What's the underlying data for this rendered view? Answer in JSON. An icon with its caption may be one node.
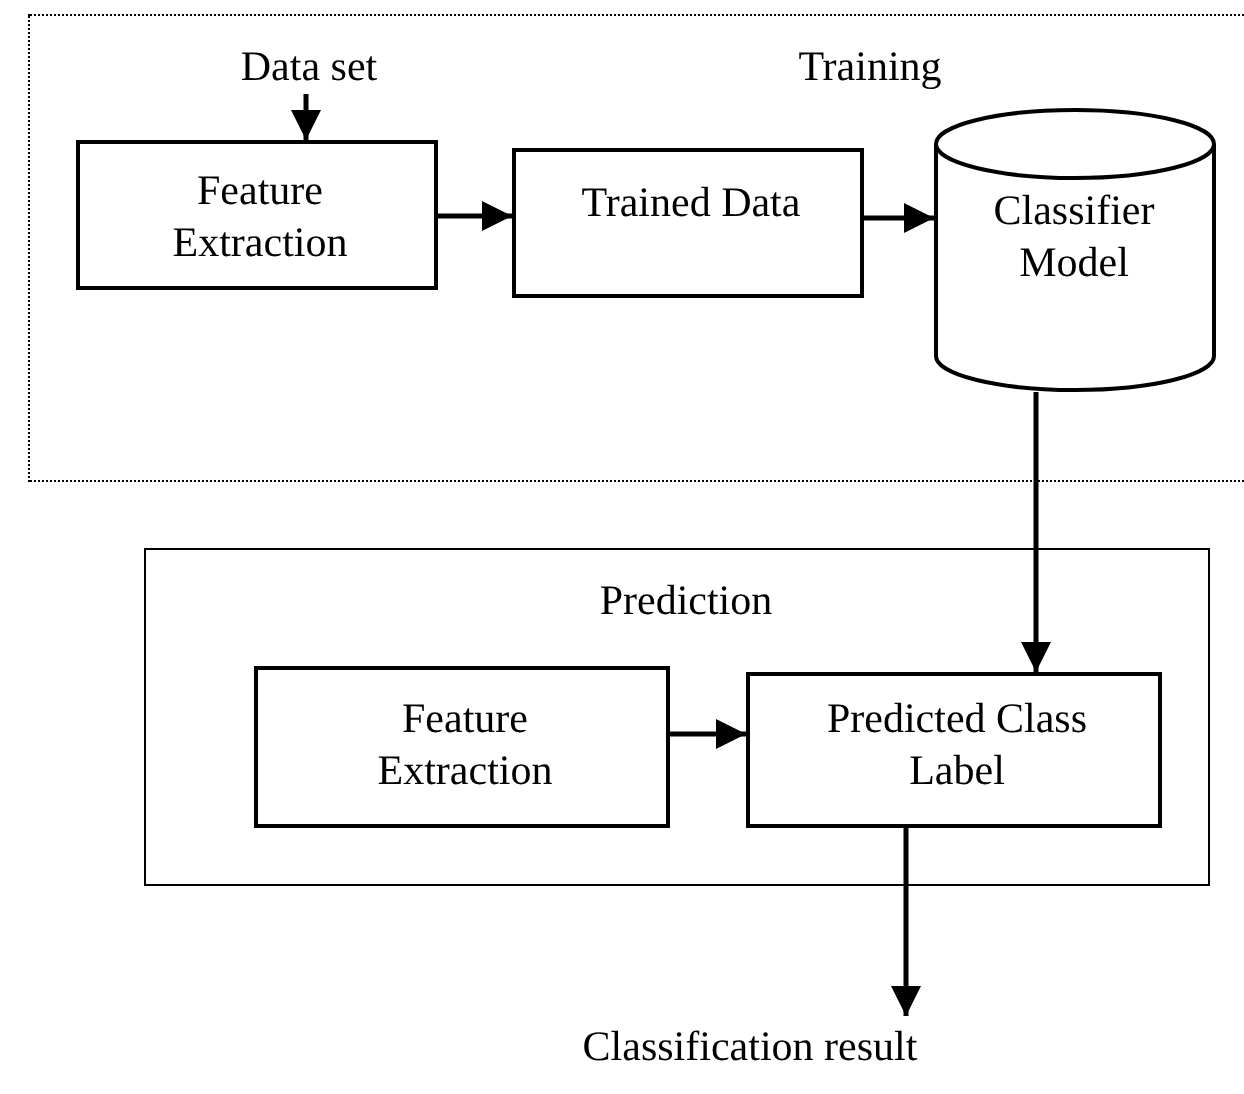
{
  "diagram": {
    "nodes": [
      {
        "text": [
          "Training"
        ]
      },
      {
        "text": [
          "Data set"
        ],
        "in": 0
      },
      {
        "text": [
          "Feature Extraction"
        ],
        "in": 0
      },
      {
        "text": [
          "Trained Data"
        ],
        "in": 0
      },
      {
        "text": [
          "Classifier Model"
        ],
        "in": 0
      },
      {
        "text": [
          "Prediction"
        ]
      },
      {
        "text": [
          "Feature Extraction"
        ],
        "in": 5
      },
      {
        "text": [
          "Predicted Class Label"
        ],
        "in": 5
      },
      {
        "text": [
          "Classification result"
        ]
      }
    ],
    "edges": [
      {
        "from": 1,
        "to": 2,
        "arrow": "to"
      },
      {
        "from": 2,
        "to": 3,
        "arrow": "to"
      },
      {
        "from": 3,
        "to": 4,
        "arrow": "to"
      },
      {
        "from": 4,
        "to": 7,
        "arrow": "to"
      },
      {
        "from": 6,
        "to": 7,
        "arrow": "to"
      },
      {
        "from": 7,
        "to": 8,
        "arrow": "to"
      }
    ]
  }
}
